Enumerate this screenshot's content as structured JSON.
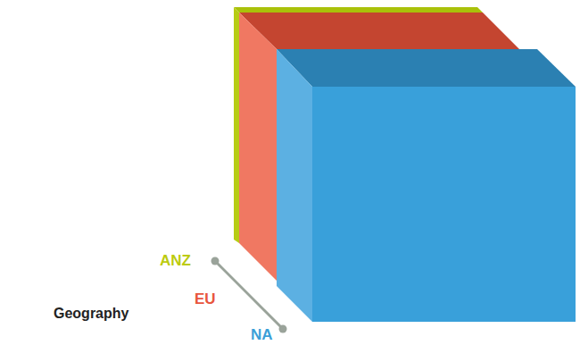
{
  "diagram": {
    "labels": [
      "ANZ",
      "EU",
      "NA",
      "Geography"
    ]
  }
}
